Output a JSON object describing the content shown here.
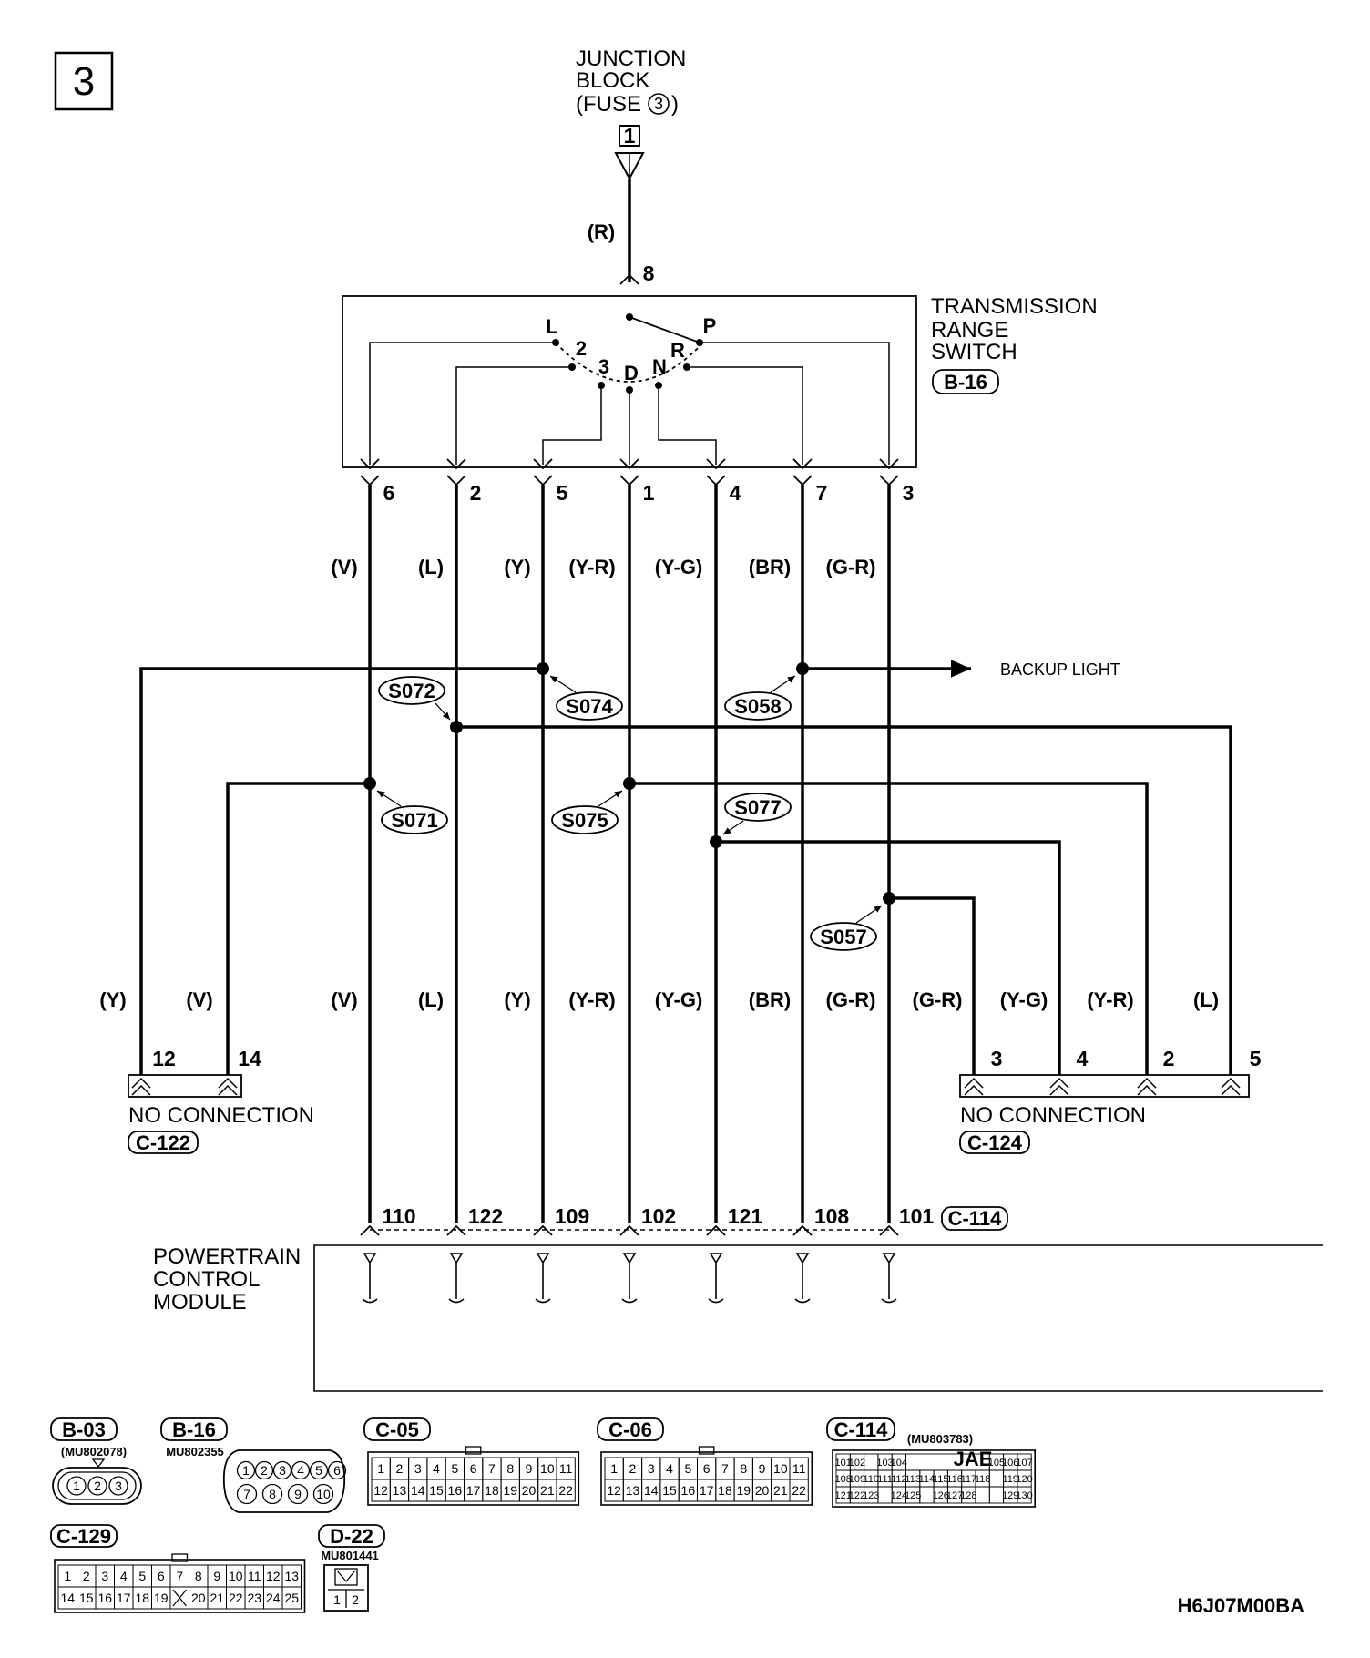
{
  "page_number": "3",
  "junction": {
    "line1": "JUNCTION",
    "line2": "BLOCK",
    "line3": "(FUSE",
    "fuse": "3",
    "close": ")",
    "terminal": "1",
    "wire_color": "(R)",
    "pin": "8"
  },
  "switch": {
    "line1": "TRANSMISSION",
    "line2": "RANGE",
    "line3": "SWITCH",
    "connector": "B-16",
    "positions": [
      "L",
      "2",
      "3",
      "D",
      "N",
      "R",
      "P"
    ]
  },
  "wires": [
    {
      "pin": "6",
      "color_top": "(V)",
      "color_bottom": "(V)",
      "pcm_pin": "110"
    },
    {
      "pin": "2",
      "color_top": "(L)",
      "color_bottom": "(L)",
      "pcm_pin": "122"
    },
    {
      "pin": "5",
      "color_top": "(Y)",
      "color_bottom": "(Y)",
      "pcm_pin": "109"
    },
    {
      "pin": "1",
      "color_top": "(Y-R)",
      "color_bottom": "(Y-R)",
      "pcm_pin": "102"
    },
    {
      "pin": "4",
      "color_top": "(Y-G)",
      "color_bottom": "(Y-G)",
      "pcm_pin": "121"
    },
    {
      "pin": "7",
      "color_top": "(BR)",
      "color_bottom": "(BR)",
      "pcm_pin": "108"
    },
    {
      "pin": "3",
      "color_top": "(G-R)",
      "color_bottom": "(G-R)",
      "pcm_pin": "101"
    }
  ],
  "splices": {
    "s072": "S072",
    "s074": "S074",
    "s058": "S058",
    "s071": "S071",
    "s075": "S075",
    "s077": "S077",
    "s057": "S057"
  },
  "backup_light": "BACKUP LIGHT",
  "left_conn": {
    "colors": [
      "(Y)",
      "(V)"
    ],
    "pins": [
      "12",
      "14"
    ],
    "text": "NO CONNECTION",
    "connector": "C-122"
  },
  "right_conn": {
    "colors": [
      "(G-R)",
      "(Y-G)",
      "(Y-R)",
      "(L)"
    ],
    "pins": [
      "3",
      "4",
      "2",
      "5"
    ],
    "text": "NO CONNECTION",
    "connector": "C-124"
  },
  "pcm": {
    "line1": "POWERTRAIN",
    "line2": "CONTROL",
    "line3": "MODULE",
    "connector": "C-114"
  },
  "connectors": {
    "b03": {
      "label": "B-03",
      "part": "(MU802078)",
      "pins": [
        "1",
        "2",
        "3"
      ]
    },
    "b16": {
      "label": "B-16",
      "part": "MU802355",
      "row1": [
        "1",
        "2",
        "3",
        "4",
        "5",
        "6"
      ],
      "row2": [
        "7",
        "8",
        "9",
        "10"
      ]
    },
    "c05": {
      "label": "C-05",
      "row1": [
        "1",
        "2",
        "3",
        "4",
        "5",
        "6",
        "7",
        "8",
        "9",
        "10",
        "11"
      ],
      "row2": [
        "12",
        "13",
        "14",
        "15",
        "16",
        "17",
        "18",
        "19",
        "20",
        "21",
        "22"
      ]
    },
    "c06": {
      "label": "C-06",
      "row1": [
        "1",
        "2",
        "3",
        "4",
        "5",
        "6",
        "7",
        "8",
        "9",
        "10",
        "11"
      ],
      "row2": [
        "12",
        "13",
        "14",
        "15",
        "16",
        "17",
        "18",
        "19",
        "20",
        "21",
        "22"
      ]
    },
    "c114": {
      "label": "C-114",
      "part": "(MU803783)",
      "jae": "JAE",
      "row1": [
        "101",
        "102",
        "",
        "103",
        "104",
        "",
        "",
        "",
        "",
        "",
        "",
        "105",
        "106",
        "107"
      ],
      "row2": [
        "108",
        "109",
        "110",
        "111",
        "112",
        "113",
        "114",
        "115",
        "116",
        "117",
        "118",
        "",
        "119",
        "120"
      ],
      "row3": [
        "121",
        "122",
        "123",
        "",
        "124",
        "125",
        "",
        "126",
        "127",
        "128",
        "",
        "",
        "129",
        "130"
      ]
    },
    "c129": {
      "label": "C-129",
      "row1": [
        "1",
        "2",
        "3",
        "4",
        "5",
        "6",
        "7",
        "8",
        "9",
        "10",
        "11",
        "12",
        "13"
      ],
      "row2": [
        "14",
        "15",
        "16",
        "17",
        "18",
        "19",
        "",
        "20",
        "21",
        "22",
        "23",
        "24",
        "25"
      ]
    },
    "d22": {
      "label": "D-22",
      "part": "MU801441",
      "pins": [
        "1",
        "2"
      ]
    }
  },
  "figure_code": "H6J07M00BA"
}
